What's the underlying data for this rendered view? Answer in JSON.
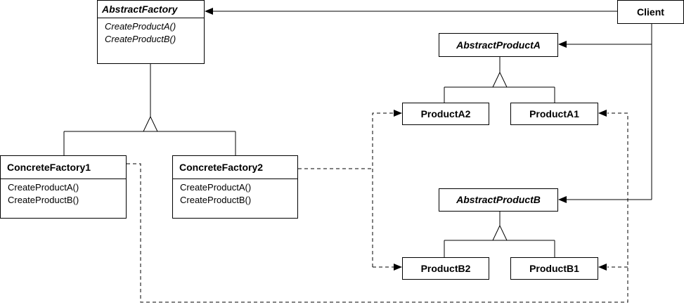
{
  "abstract_factory": {
    "name": "AbstractFactory",
    "operations": [
      "CreateProductA()",
      "CreateProductB()"
    ]
  },
  "client": {
    "name": "Client"
  },
  "concrete_factory_1": {
    "name": "ConcreteFactory1",
    "operations": [
      "CreateProductA()",
      "CreateProductB()"
    ]
  },
  "concrete_factory_2": {
    "name": "ConcreteFactory2",
    "operations": [
      "CreateProductA()",
      "CreateProductB()"
    ]
  },
  "abstract_product_a": {
    "name": "AbstractProductA"
  },
  "product_a2": {
    "name": "ProductA2"
  },
  "product_a1": {
    "name": "ProductA1"
  },
  "abstract_product_b": {
    "name": "AbstractProductB"
  },
  "product_b2": {
    "name": "ProductB2"
  },
  "product_b1": {
    "name": "ProductB1"
  }
}
